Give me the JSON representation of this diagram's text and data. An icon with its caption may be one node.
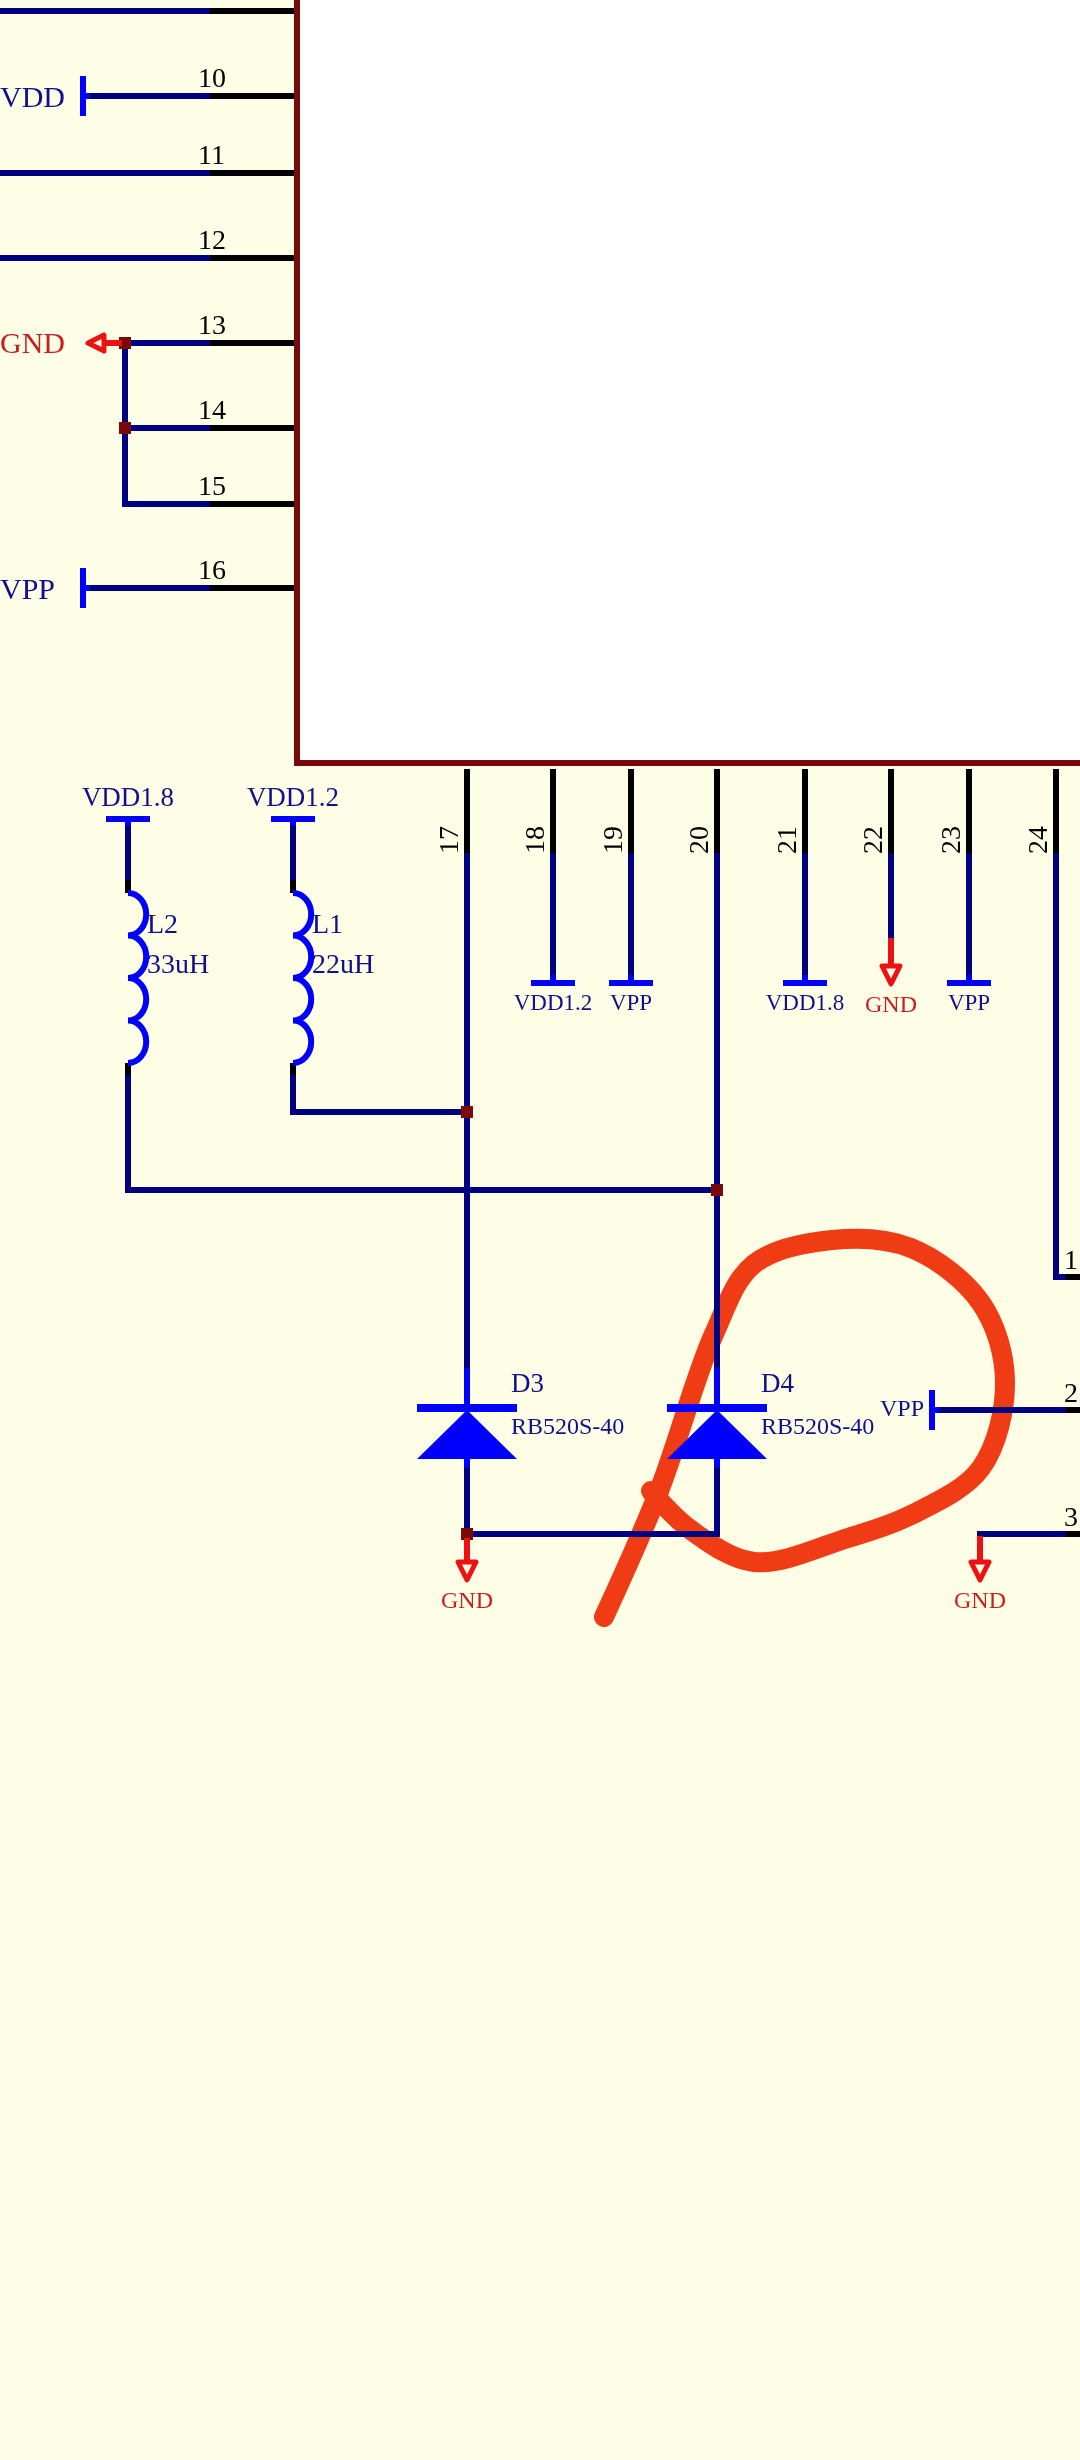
{
  "diagram": {
    "nodes": [
      {
        "text": [],
        "shape": "box"
      },
      {
        "text": [
          "VDD"
        ]
      },
      {
        "text": [
          "GND"
        ]
      },
      {
        "text": [
          "VPP"
        ]
      },
      {
        "text": [
          "VDD1.8"
        ]
      },
      {
        "text": [
          "L2",
          "33uH"
        ]
      },
      {
        "text": [
          "VDD1.2"
        ]
      },
      {
        "text": [
          "L1",
          "22uH"
        ]
      },
      {
        "text": [
          "VDD1.2"
        ]
      },
      {
        "text": [
          "VPP"
        ]
      },
      {
        "text": [
          "VDD1.8"
        ]
      },
      {
        "text": [
          "GND"
        ]
      },
      {
        "text": [
          "VPP"
        ]
      },
      {
        "text": [
          "D3",
          "RB520S-40"
        ]
      },
      {
        "text": [
          "D4",
          "RB520S-40"
        ]
      },
      {
        "text": [],
        "shape": "box"
      },
      {
        "text": [
          "VPP"
        ]
      },
      {
        "text": [
          "GND"
        ]
      },
      {
        "text": [
          "GND"
        ]
      }
    ],
    "edges": [
      {
        "from": 0,
        "to": null,
        "arrow": "none"
      },
      {
        "from": 1,
        "to": 0,
        "arrow": "none"
      },
      {
        "from": 0,
        "to": null,
        "arrow": "none"
      },
      {
        "from": 0,
        "to": null,
        "arrow": "none"
      },
      {
        "from": 2,
        "to": 0,
        "arrow": "none"
      },
      {
        "from": 2,
        "to": 0,
        "arrow": "none"
      },
      {
        "from": 2,
        "to": 0,
        "arrow": "none"
      },
      {
        "from": 3,
        "to": 0,
        "arrow": "none"
      },
      {
        "from": 4,
        "to": 5,
        "arrow": "none"
      },
      {
        "from": 6,
        "to": 7,
        "arrow": "none"
      },
      {
        "from": 7,
        "to": 0,
        "arrow": "none"
      },
      {
        "from": 5,
        "to": 0,
        "arrow": "none"
      },
      {
        "from": 0,
        "to": 13,
        "arrow": "none"
      },
      {
        "from": 0,
        "to": 14,
        "arrow": "none"
      },
      {
        "from": 0,
        "to": 8,
        "arrow": "none"
      },
      {
        "from": 0,
        "to": 9,
        "arrow": "none"
      },
      {
        "from": 0,
        "to": 10,
        "arrow": "none"
      },
      {
        "from": 0,
        "to": 11,
        "arrow": "none"
      },
      {
        "from": 0,
        "to": 12,
        "arrow": "none"
      },
      {
        "from": 0,
        "to": 15,
        "arrow": "none"
      },
      {
        "from": 16,
        "to": 15,
        "arrow": "none"
      },
      {
        "from": 15,
        "to": 18,
        "arrow": "none"
      },
      {
        "from": 13,
        "to": 17,
        "arrow": "none"
      },
      {
        "from": 14,
        "to": 17,
        "arrow": "none"
      }
    ],
    "labels": [
      "10",
      "11",
      "12",
      "13",
      "14",
      "15",
      "16",
      "17",
      "18",
      "19",
      "20",
      "21",
      "22",
      "23",
      "24",
      "1",
      "2",
      "3"
    ]
  }
}
